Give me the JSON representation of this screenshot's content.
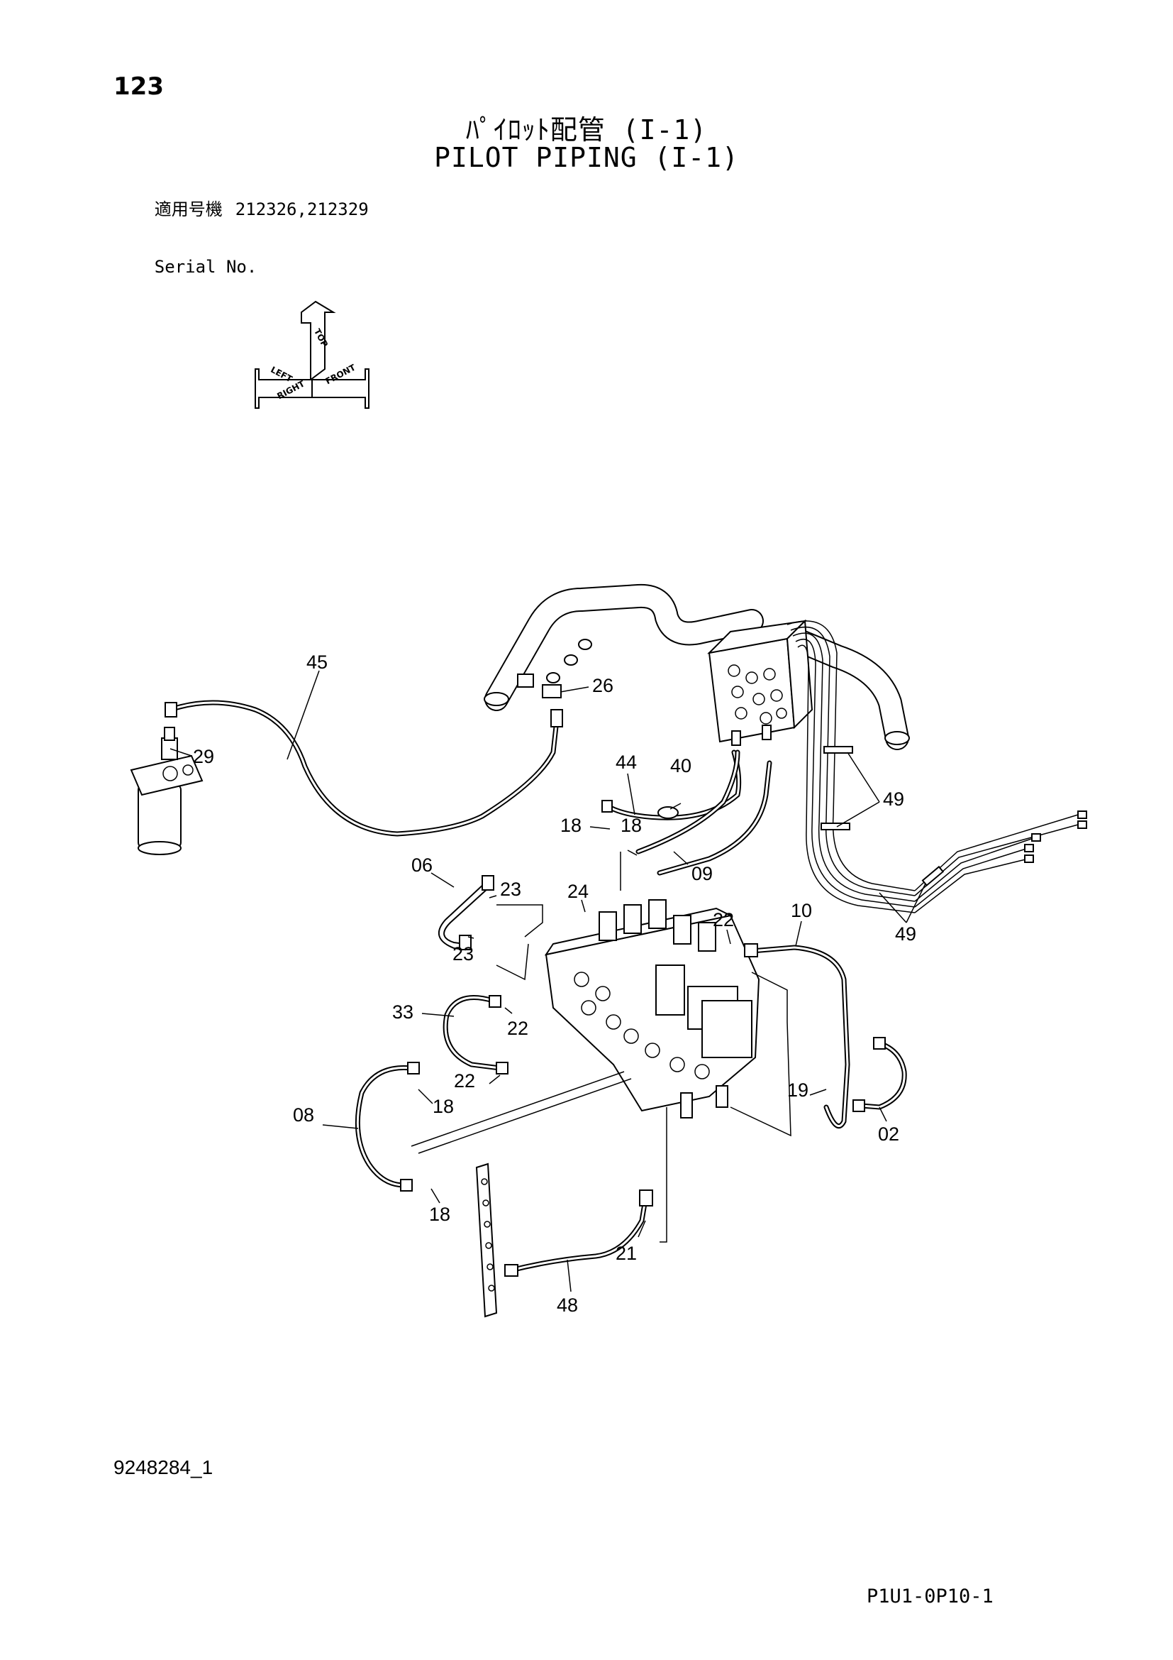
{
  "header": {
    "page_number": "123",
    "title_jp": "ﾊﾟｲﾛｯﾄ配管 (I-1)",
    "title_en": "PILOT PIPING (I-1)",
    "serial_label_jp": "適用号機",
    "serial_values": "212326,212329",
    "serial_label_en": "Serial No."
  },
  "orientation_indicator": {
    "labels": [
      "TOP",
      "LEFT",
      "RIGHT",
      "FRONT"
    ]
  },
  "callouts": {
    "c45": "45",
    "c26": "26",
    "c29": "29",
    "c44": "44",
    "c40": "40",
    "c18a": "18",
    "c18b": "18",
    "c49a": "49",
    "c49b": "49",
    "c09": "09",
    "c06": "06",
    "c23a": "23",
    "c24": "24",
    "c23b": "23",
    "c22a": "22",
    "c10": "10",
    "c33": "33",
    "c22b": "22",
    "c22c": "22",
    "c19": "19",
    "c08": "08",
    "c18c": "18",
    "c02": "02",
    "c18d": "18",
    "c21": "21",
    "c48": "48"
  },
  "footer": {
    "doc_number": "9248284_1",
    "page_code": "P1U1-0P10-1"
  }
}
